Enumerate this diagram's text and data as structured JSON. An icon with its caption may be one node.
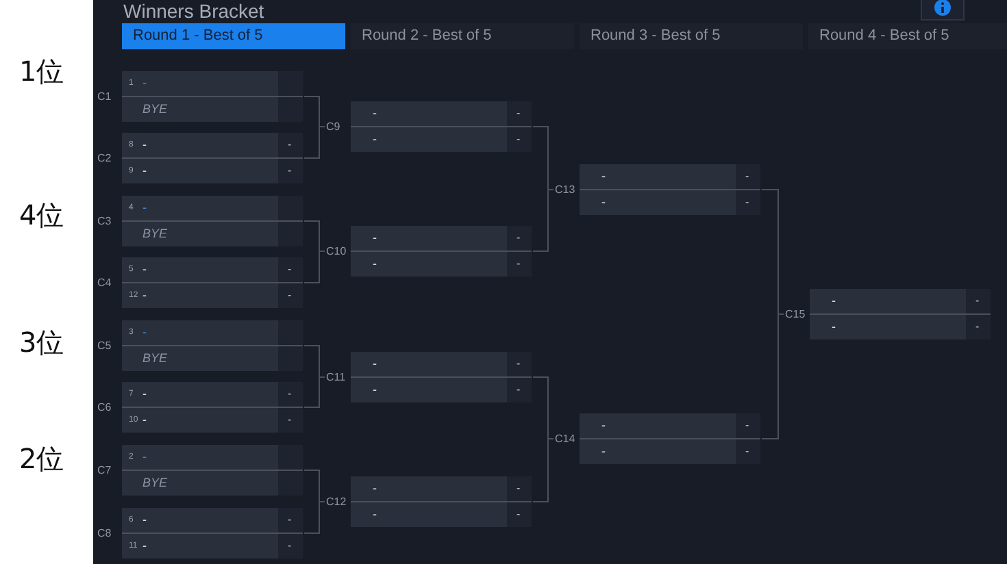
{
  "diagram": {
    "title": "Winners Bracket",
    "nodes": [
      {
        "text": [
          "C1"
        ]
      },
      {
        "text": [
          "1",
          "-"
        ],
        "in": 0
      },
      {
        "text": [
          "BYE"
        ],
        "in": 0
      },
      {
        "text": [
          "C2"
        ]
      },
      {
        "text": [
          "8",
          "-",
          "-"
        ],
        "in": 3
      },
      {
        "text": [
          "9",
          "-",
          "-"
        ],
        "in": 3
      },
      {
        "text": [
          "C3"
        ]
      },
      {
        "text": [
          "4",
          "-"
        ],
        "in": 6
      },
      {
        "text": [
          "BYE"
        ],
        "in": 6
      },
      {
        "text": [
          "C4"
        ]
      },
      {
        "text": [
          "5",
          "-",
          "-"
        ],
        "in": 9
      },
      {
        "text": [
          "12",
          "-",
          "-"
        ],
        "in": 9
      },
      {
        "text": [
          "C5"
        ]
      },
      {
        "text": [
          "3",
          "-"
        ],
        "in": 12
      },
      {
        "text": [
          "BYE"
        ],
        "in": 12
      },
      {
        "text": [
          "C6"
        ]
      },
      {
        "text": [
          "7",
          "-",
          "-"
        ],
        "in": 15
      },
      {
        "text": [
          "10",
          "-",
          "-"
        ],
        "in": 15
      },
      {
        "text": [
          "C7"
        ]
      },
      {
        "text": [
          "2",
          "-"
        ],
        "in": 18
      },
      {
        "text": [
          "BYE"
        ],
        "in": 18
      },
      {
        "text": [
          "C8"
        ]
      },
      {
        "text": [
          "6",
          "-",
          "-"
        ],
        "in": 21
      },
      {
        "text": [
          "11",
          "-",
          "-"
        ],
        "in": 21
      },
      {
        "text": [
          "C9"
        ]
      },
      {
        "text": [
          "-",
          "-"
        ],
        "in": 24
      },
      {
        "text": [
          "-",
          "-"
        ],
        "in": 24
      },
      {
        "text": [
          "C10"
        ]
      },
      {
        "text": [
          "-",
          "-"
        ],
        "in": 27
      },
      {
        "text": [
          "-",
          "-"
        ],
        "in": 27
      },
      {
        "text": [
          "C11"
        ]
      },
      {
        "text": [
          "-",
          "-"
        ],
        "in": 30
      },
      {
        "text": [
          "-",
          "-"
        ],
        "in": 30
      },
      {
        "text": [
          "C12"
        ]
      },
      {
        "text": [
          "-",
          "-"
        ],
        "in": 33
      },
      {
        "text": [
          "-",
          "-"
        ],
        "in": 33
      },
      {
        "text": [
          "C13"
        ]
      },
      {
        "text": [
          "-",
          "-"
        ],
        "in": 36
      },
      {
        "text": [
          "-",
          "-"
        ],
        "in": 36
      },
      {
        "text": [
          "C14"
        ]
      },
      {
        "text": [
          "-",
          "-"
        ],
        "in": 39
      },
      {
        "text": [
          "-",
          "-"
        ],
        "in": 39
      },
      {
        "text": [
          "C15"
        ]
      },
      {
        "text": [
          "-",
          "-"
        ],
        "in": 42
      },
      {
        "text": [
          "-",
          "-"
        ],
        "in": 42
      }
    ],
    "edges": [
      {
        "from": 0,
        "to": 24,
        "arrow": "none"
      },
      {
        "from": 3,
        "to": 24,
        "arrow": "none"
      },
      {
        "from": 6,
        "to": 27,
        "arrow": "none"
      },
      {
        "from": 9,
        "to": 27,
        "arrow": "none"
      },
      {
        "from": 12,
        "to": 30,
        "arrow": "none"
      },
      {
        "from": 15,
        "to": 30,
        "arrow": "none"
      },
      {
        "from": 18,
        "to": 33,
        "arrow": "none"
      },
      {
        "from": 21,
        "to": 33,
        "arrow": "none"
      },
      {
        "from": 24,
        "to": 36,
        "arrow": "none"
      },
      {
        "from": 27,
        "to": 36,
        "arrow": "none"
      },
      {
        "from": 30,
        "to": 39,
        "arrow": "none"
      },
      {
        "from": 33,
        "to": 39,
        "arrow": "none"
      },
      {
        "from": 36,
        "to": 42,
        "arrow": "none"
      },
      {
        "from": 39,
        "to": 42,
        "arrow": "none"
      }
    ],
    "labels": [
      "Round 1 - Best of 5",
      "Round 2 - Best of 5",
      "Round 3 - Best of 5",
      "Round 4 - Best of 5",
      "1位",
      "4位",
      "3位",
      "2位"
    ]
  }
}
